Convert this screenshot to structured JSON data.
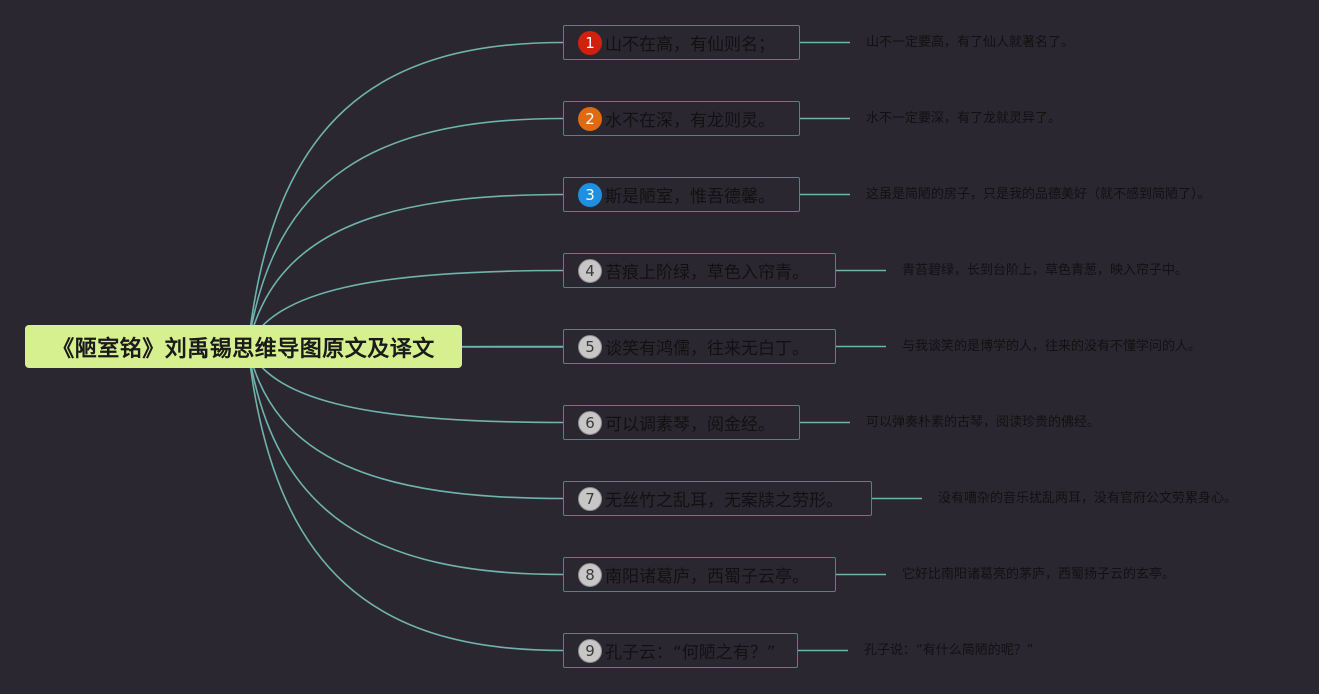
{
  "root": {
    "title": "《陋室铭》刘禹锡思维导图原文及译文"
  },
  "colors": {
    "background": "#2b2730",
    "root_fill": "#d7f08f",
    "connector": "#6fb3ac",
    "node_border": "#5e7e87",
    "badge_1": "#d0200f",
    "badge_2": "#e06a12",
    "badge_3": "#1f8fe0",
    "badge_gray": "#c7c7c7"
  },
  "items": [
    {
      "num": "1",
      "text": "山不在高，有仙则名；",
      "translation": "山不一定要高，有了仙人就著名了。",
      "badge_color": "#d0200f"
    },
    {
      "num": "2",
      "text": "水不在深，有龙则灵。",
      "translation": "水不一定要深，有了龙就灵异了。",
      "badge_color": "#e06a12"
    },
    {
      "num": "3",
      "text": "斯是陋室，惟吾德馨。",
      "translation": "这虽是简陋的房子，只是我的品德美好（就不感到简陋了）。",
      "badge_color": "#1f8fe0"
    },
    {
      "num": "4",
      "text": "苔痕上阶绿，草色入帘青。",
      "translation": "青苔碧绿，长到台阶上，草色青葱，映入帘子中。",
      "badge_color": "gray"
    },
    {
      "num": "5",
      "text": "谈笑有鸿儒，往来无白丁。",
      "translation": "与我谈笑的是博学的人，往来的没有不懂学问的人。",
      "badge_color": "gray"
    },
    {
      "num": "6",
      "text": "可以调素琴，阅金经。",
      "translation": "可以弹奏朴素的古琴，阅读珍贵的佛经。",
      "badge_color": "gray"
    },
    {
      "num": "7",
      "text": "无丝竹之乱耳，无案牍之劳形。",
      "translation": "没有嘈杂的音乐扰乱两耳，没有官府公文劳累身心。",
      "badge_color": "gray"
    },
    {
      "num": "8",
      "text": "南阳诸葛庐，西蜀子云亭。",
      "translation": "它好比南阳诸葛亮的茅庐，西蜀扬子云的玄亭。",
      "badge_color": "gray"
    },
    {
      "num": "9",
      "text": "孔子云：“何陋之有？”",
      "translation": "孔子说：“有什么简陋的呢？”",
      "badge_color": "gray"
    }
  ]
}
